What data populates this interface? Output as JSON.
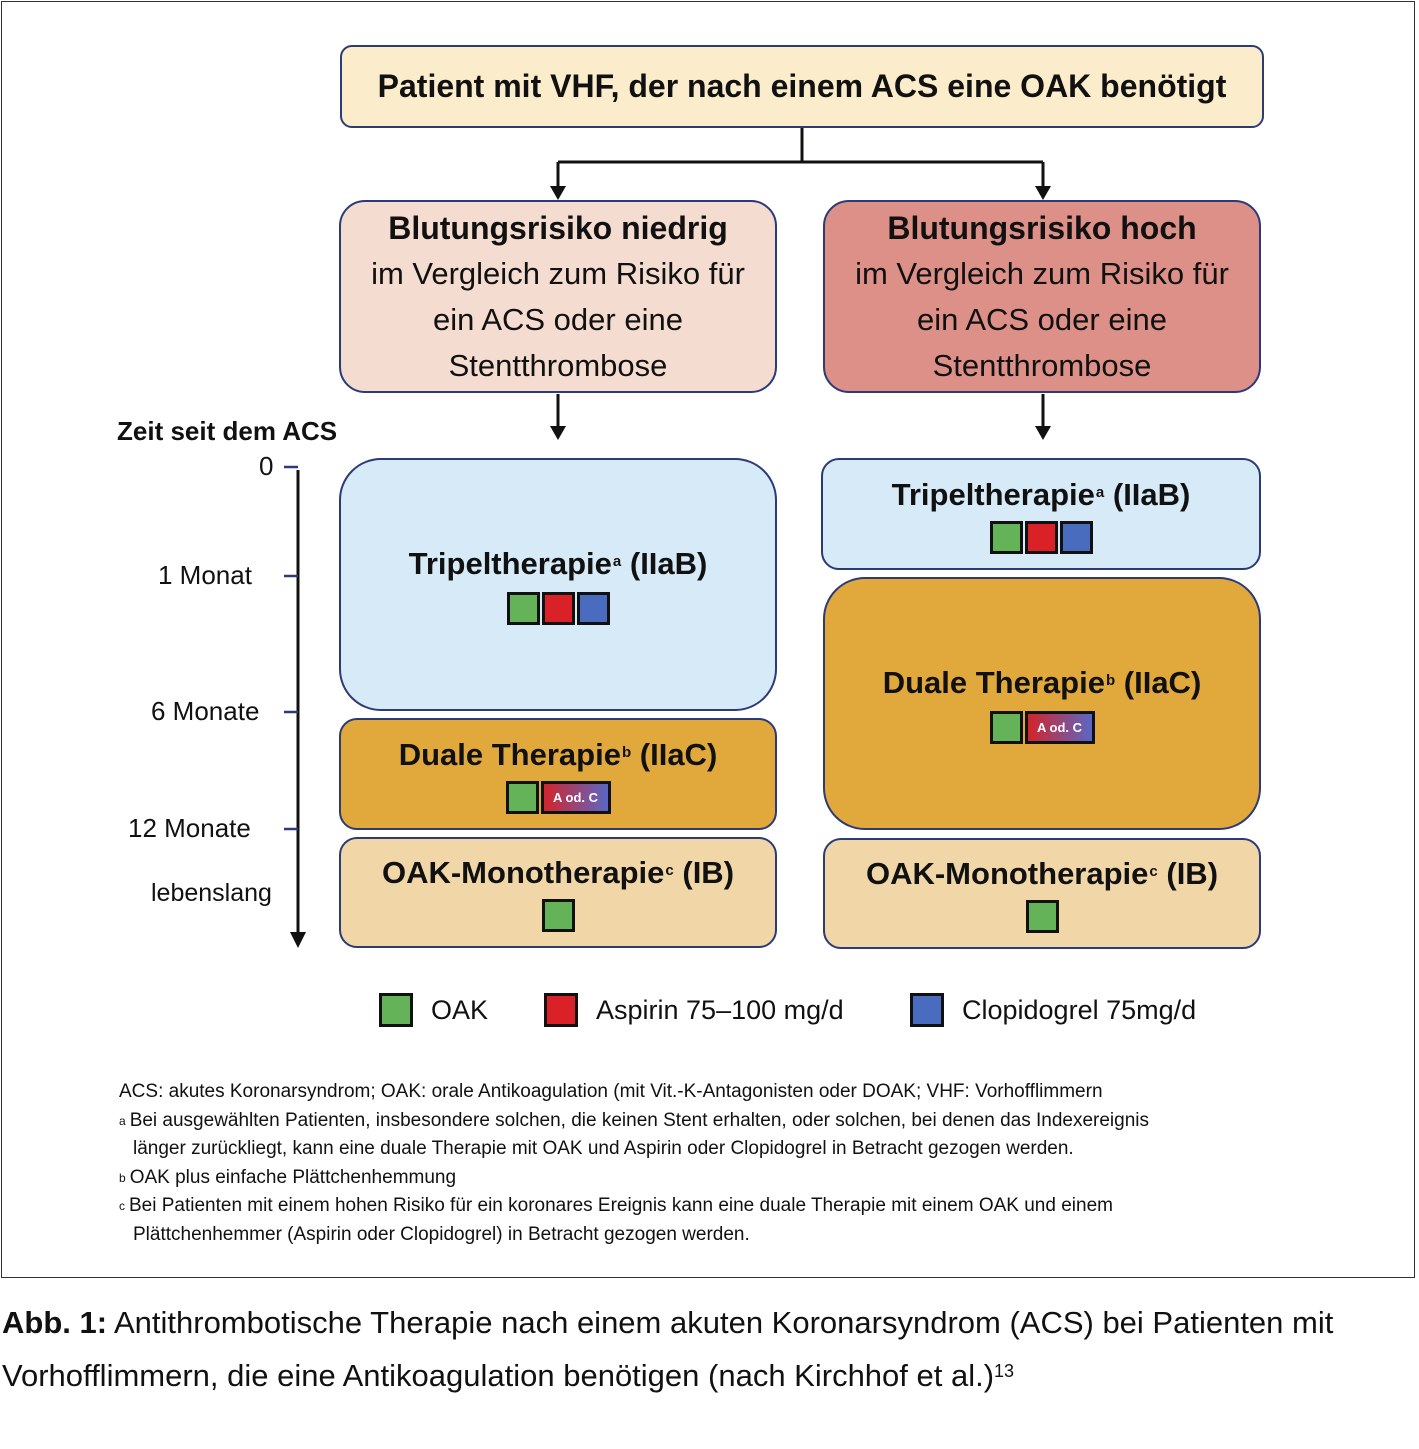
{
  "top_box": "Patient mit VHF, der nach einem ACS eine OAK benötigt",
  "risk_low": {
    "title": "Blutungsrisiko niedrig",
    "lines": [
      "im Vergleich zum Risiko für",
      "ein ACS oder eine",
      "Stentthrombose"
    ]
  },
  "risk_high": {
    "title": "Blutungsrisiko hoch",
    "lines": [
      "im Vergleich zum Risiko für",
      "ein ACS oder eine",
      "Stentthrombose"
    ]
  },
  "axis": {
    "title": "Zeit seit dem ACS",
    "ticks": [
      "0",
      "1 Monat",
      "6 Monate",
      "12 Monate",
      "lebenslang"
    ]
  },
  "therapies": {
    "triple": {
      "name": "Tripeltherapie",
      "sup": "a",
      "cls": "(IIaB)"
    },
    "dual": {
      "name": "Duale Therapie",
      "sup": "b",
      "cls": "(IIaC)"
    },
    "mono": {
      "name": "OAK-Monotherapie",
      "sup": "c",
      "cls": "(IB)"
    },
    "a_or_c": "A od. C"
  },
  "legend": {
    "oak": "OAK",
    "aspirin": "Aspirin 75–100 mg/d",
    "clopidogrel": "Clopidogrel 75mg/d"
  },
  "colors": {
    "oak": "#64b359",
    "aspirin": "#da2127",
    "clopidogrel": "#4a6cbf",
    "border": "#2c3a78"
  },
  "footnotes": {
    "abbrev": "ACS: akutes Koronarsyndrom; OAK: orale Antikoagulation (mit Vit.-K-Antagonisten oder DOAK; VHF: Vorhofflimmern",
    "a_mark": "a",
    "a_1": "Bei ausgewählten Patienten, insbesondere solchen, die keinen Stent erhalten, oder solchen, bei denen das Indexereignis",
    "a_2": "länger zurückliegt, kann eine duale Therapie mit OAK und Aspirin oder Clopidogrel in Betracht gezogen werden.",
    "b_mark": "b",
    "b_1": "OAK plus einfache Plättchenhemmung",
    "c_mark": "c",
    "c_1": "Bei Patienten mit einem hohen Risiko für ein koronares Ereignis kann eine duale Therapie mit einem OAK und einem",
    "c_2": "Plättchenhemmer (Aspirin oder Clopidogrel) in Betracht gezogen werden."
  },
  "caption": {
    "label": "Abb. 1:",
    "line1": "Antithrombotische Therapie nach einem akuten Koronarsyndrom (ACS) bei Patienten mit",
    "line2": "Vorhofflimmern, die eine Antikoagulation benötigen (nach Kirchhof et al.)",
    "ref": "13"
  }
}
